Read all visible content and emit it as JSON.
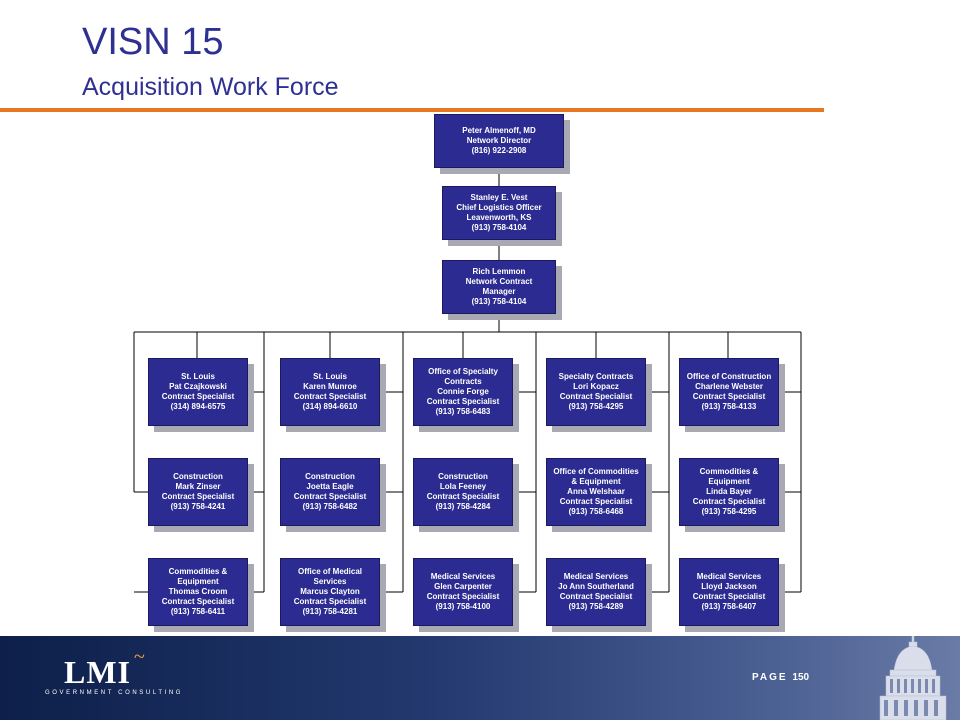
{
  "header": {
    "title": "VISN 15",
    "subtitle": "Acquisition Work Force"
  },
  "org_chart": {
    "director": [
      "Peter Almenoff, MD",
      "Network Director",
      "(816) 922-2908"
    ],
    "clo": [
      "Stanley E. Vest",
      "Chief Logistics Officer",
      "Leavenworth, KS",
      "(913) 758-4104"
    ],
    "manager": [
      "Rich Lemmon",
      "Network Contract",
      "Manager",
      "(913) 758-4104"
    ],
    "columns": [
      [
        [
          "St. Louis",
          "Pat Czajkowski",
          "Contract Specialist",
          "(314) 894-6575"
        ],
        [
          "Construction",
          "Mark Zinser",
          "Contract Specialist",
          "(913) 758-4241"
        ],
        [
          "Commodities &",
          "Equipment",
          "Thomas Croom",
          "Contract Specialist",
          "(913) 758-6411"
        ]
      ],
      [
        [
          "St. Louis",
          "Karen Munroe",
          "Contract Specialist",
          "(314) 894-6610"
        ],
        [
          "Construction",
          "Joetta Eagle",
          "Contract Specialist",
          "(913) 758-6482"
        ],
        [
          "Office of Medical",
          "Services",
          "Marcus Clayton",
          "Contract Specialist",
          "(913) 758-4281"
        ]
      ],
      [
        [
          "Office of Specialty",
          "Contracts",
          "Connie Forge",
          "Contract Specialist",
          "(913) 758-6483"
        ],
        [
          "Construction",
          "Lola Feeney",
          "Contract Specialist",
          "(913) 758-4284"
        ],
        [
          "Medical Services",
          "Glen Carpenter",
          "Contract Specialist",
          "(913) 758-4100"
        ]
      ],
      [
        [
          "Specialty Contracts",
          "Lori Kopacz",
          "Contract Specialist",
          "(913) 758-4295"
        ],
        [
          "Office of Commodities",
          "& Equipment",
          "Anna Welshaar",
          "Contract Specialist",
          "(913) 758-6468"
        ],
        [
          "Medical Services",
          "Jo Ann Southerland",
          "Contract Specialist",
          "(913) 758-4289"
        ]
      ],
      [
        [
          "Office of Construction",
          "Charlene Webster",
          "Contract Specialist",
          "(913) 758-4133"
        ],
        [
          "Commodities &",
          "Equipment",
          "Linda Bayer",
          "Contract Specialist",
          "(913) 758-4295"
        ],
        [
          "Medical Services",
          "Lloyd Jackson",
          "Contract Specialist",
          "(913) 758-6407"
        ]
      ]
    ]
  },
  "footer": {
    "logo": "LMI",
    "tagline": "GOVERNMENT CONSULTING",
    "page_label": "PAGE",
    "page_number": "150"
  },
  "colors": {
    "title": "#2e3192",
    "accent_rule": "#e87722",
    "box_fill": "#2b2b91",
    "box_shadow": "#a9a9b3",
    "footer": "#1b2f63"
  },
  "icons": [
    "capitol-dome-icon"
  ]
}
